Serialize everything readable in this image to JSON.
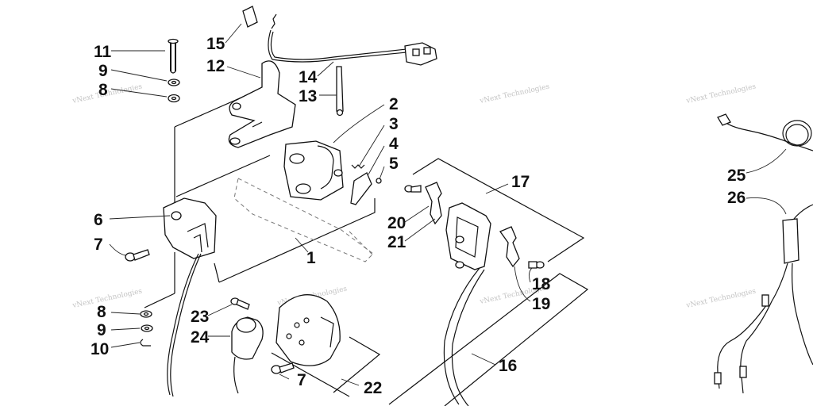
{
  "diagram": {
    "labels": [
      "1",
      "2",
      "3",
      "4",
      "5",
      "6",
      "7",
      "7",
      "8",
      "8",
      "9",
      "9",
      "10",
      "11",
      "12",
      "13",
      "14",
      "15",
      "16",
      "17",
      "18",
      "19",
      "20",
      "21",
      "22",
      "23",
      "24",
      "25",
      "26"
    ],
    "watermark": "vNext Technologies"
  }
}
